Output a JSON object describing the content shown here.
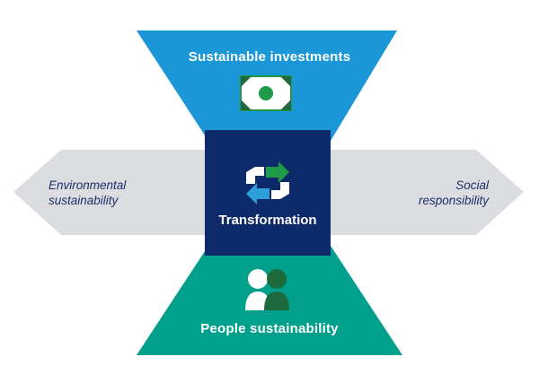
{
  "diagram": {
    "top": {
      "title": "Sustainable investments",
      "icon": "banknote-icon"
    },
    "center": {
      "title": "Transformation",
      "icon": "transformation-arrows-icon"
    },
    "bottom": {
      "title": "People sustainability",
      "icon": "people-icon"
    },
    "left": {
      "line1": "Environmental",
      "line2": "sustainability"
    },
    "right": {
      "line1": "Social",
      "line2": "responsibility"
    }
  },
  "colors": {
    "top_blue": "#1b96d6",
    "center_navy": "#0d2a6b",
    "bottom_teal": "#00a08c",
    "arrow_gray": "#dcdde1",
    "icon_green": "#1f9a48",
    "icon_dark_green": "#1e6a3d",
    "side_text": "#1c2f66"
  }
}
